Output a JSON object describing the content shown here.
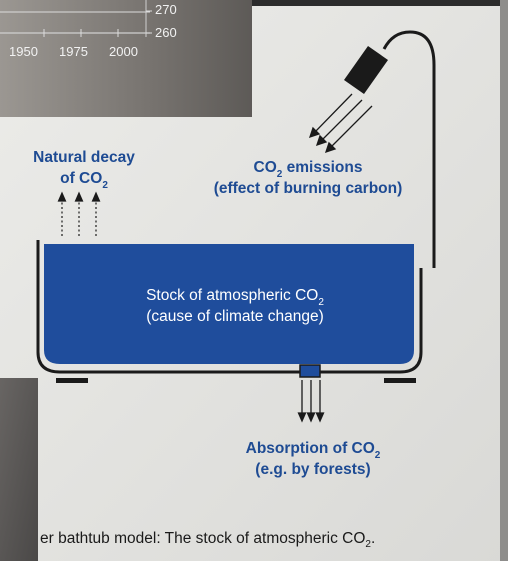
{
  "chart_strip": {
    "y_ticks": [
      "270",
      "260"
    ],
    "x_ticks": [
      "1950",
      "1975",
      "2000"
    ]
  },
  "diagram": {
    "decay_label": {
      "line1": "Natural decay",
      "line2_main": "of CO",
      "line2_sub": "2"
    },
    "emissions_label": {
      "line1_main": "CO",
      "line1_sub": "2",
      "line1_rest": " emissions",
      "line2": "(effect of burning carbon)"
    },
    "stock_label": {
      "line1_main": "Stock of atmospheric CO",
      "line1_sub": "2",
      "line2": "(cause of climate change)"
    },
    "absorption_label": {
      "line1_main": "Absorption of CO",
      "line1_sub": "2",
      "line2": "(e.g. by forests)"
    },
    "caption": {
      "main": "er bathtub model: The stock of atmospheric CO",
      "sub": "2",
      "end": "."
    }
  },
  "colors": {
    "page": "#e9e9e7",
    "water": "#1f4d9c",
    "label_blue": "#1e4b93",
    "ink": "#1a1a1a",
    "grey_top": "#7d7a76",
    "grey_left": "#5a5856"
  }
}
